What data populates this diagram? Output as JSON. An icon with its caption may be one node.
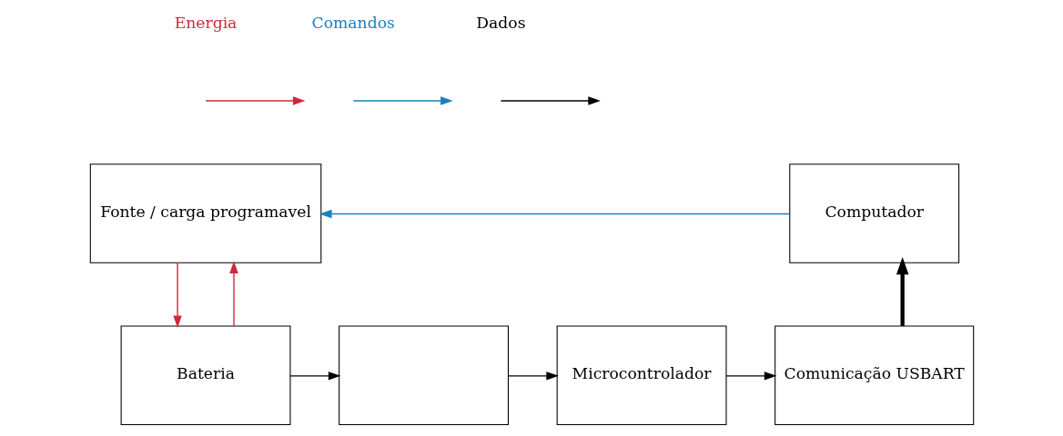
{
  "diagram": {
    "nodes": [
      {
        "text": [
          "Fonte / carga programavel"
        ]
      },
      {
        "text": [
          "Computador"
        ]
      },
      {
        "text": [
          "Bateria"
        ]
      },
      {
        "text": [],
        "shape": "box"
      },
      {
        "text": [
          "Microcontrolador"
        ]
      },
      {
        "text": [
          "Comunicação USBART"
        ]
      }
    ],
    "edges": [
      {
        "from": 0,
        "to": 2,
        "arrow": "to",
        "color": "#d0283c"
      },
      {
        "from": 2,
        "to": 0,
        "arrow": "to",
        "color": "#d0283c"
      },
      {
        "from": 1,
        "to": 0,
        "arrow": "to",
        "color": "#1a7fbf"
      },
      {
        "from": 2,
        "to": 3,
        "arrow": "to"
      },
      {
        "from": 3,
        "to": 4,
        "arrow": "to"
      },
      {
        "from": 4,
        "to": 5,
        "arrow": "to"
      },
      {
        "from": 5,
        "to": 1,
        "arrow": "to",
        "style": "thick"
      }
    ],
    "legend": [
      {
        "text": "Energia"
      },
      {
        "text": "Comandos"
      },
      {
        "text": "Dados"
      }
    ]
  }
}
